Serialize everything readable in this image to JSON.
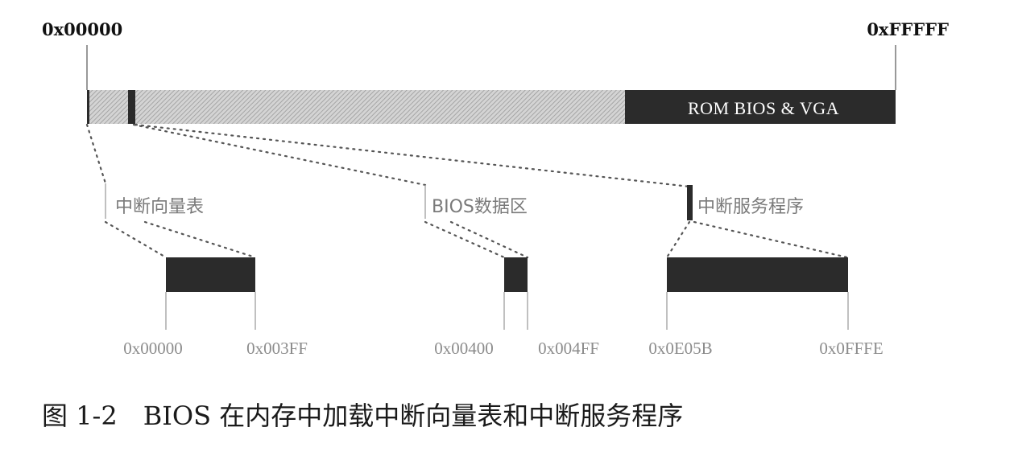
{
  "memory_map": {
    "start_address": "0x00000",
    "end_address": "0xFFFFF",
    "rom_label": "ROM BIOS & VGA",
    "colors": {
      "block": "#2b2b2b",
      "hatch": "#c8c8c8",
      "muted_text": "#8c8c8c"
    }
  },
  "regions": [
    {
      "label": "中断向量表",
      "start": "0x00000",
      "end": "0x003FF"
    },
    {
      "label": "BIOS数据区",
      "start": "0x00400",
      "end": "0x004FF"
    },
    {
      "label": "中断服务程序",
      "start": "0x0E05B",
      "end": "0x0FFFE"
    }
  ],
  "caption": "图 1-2　BIOS 在内存中加载中断向量表和中断服务程序"
}
